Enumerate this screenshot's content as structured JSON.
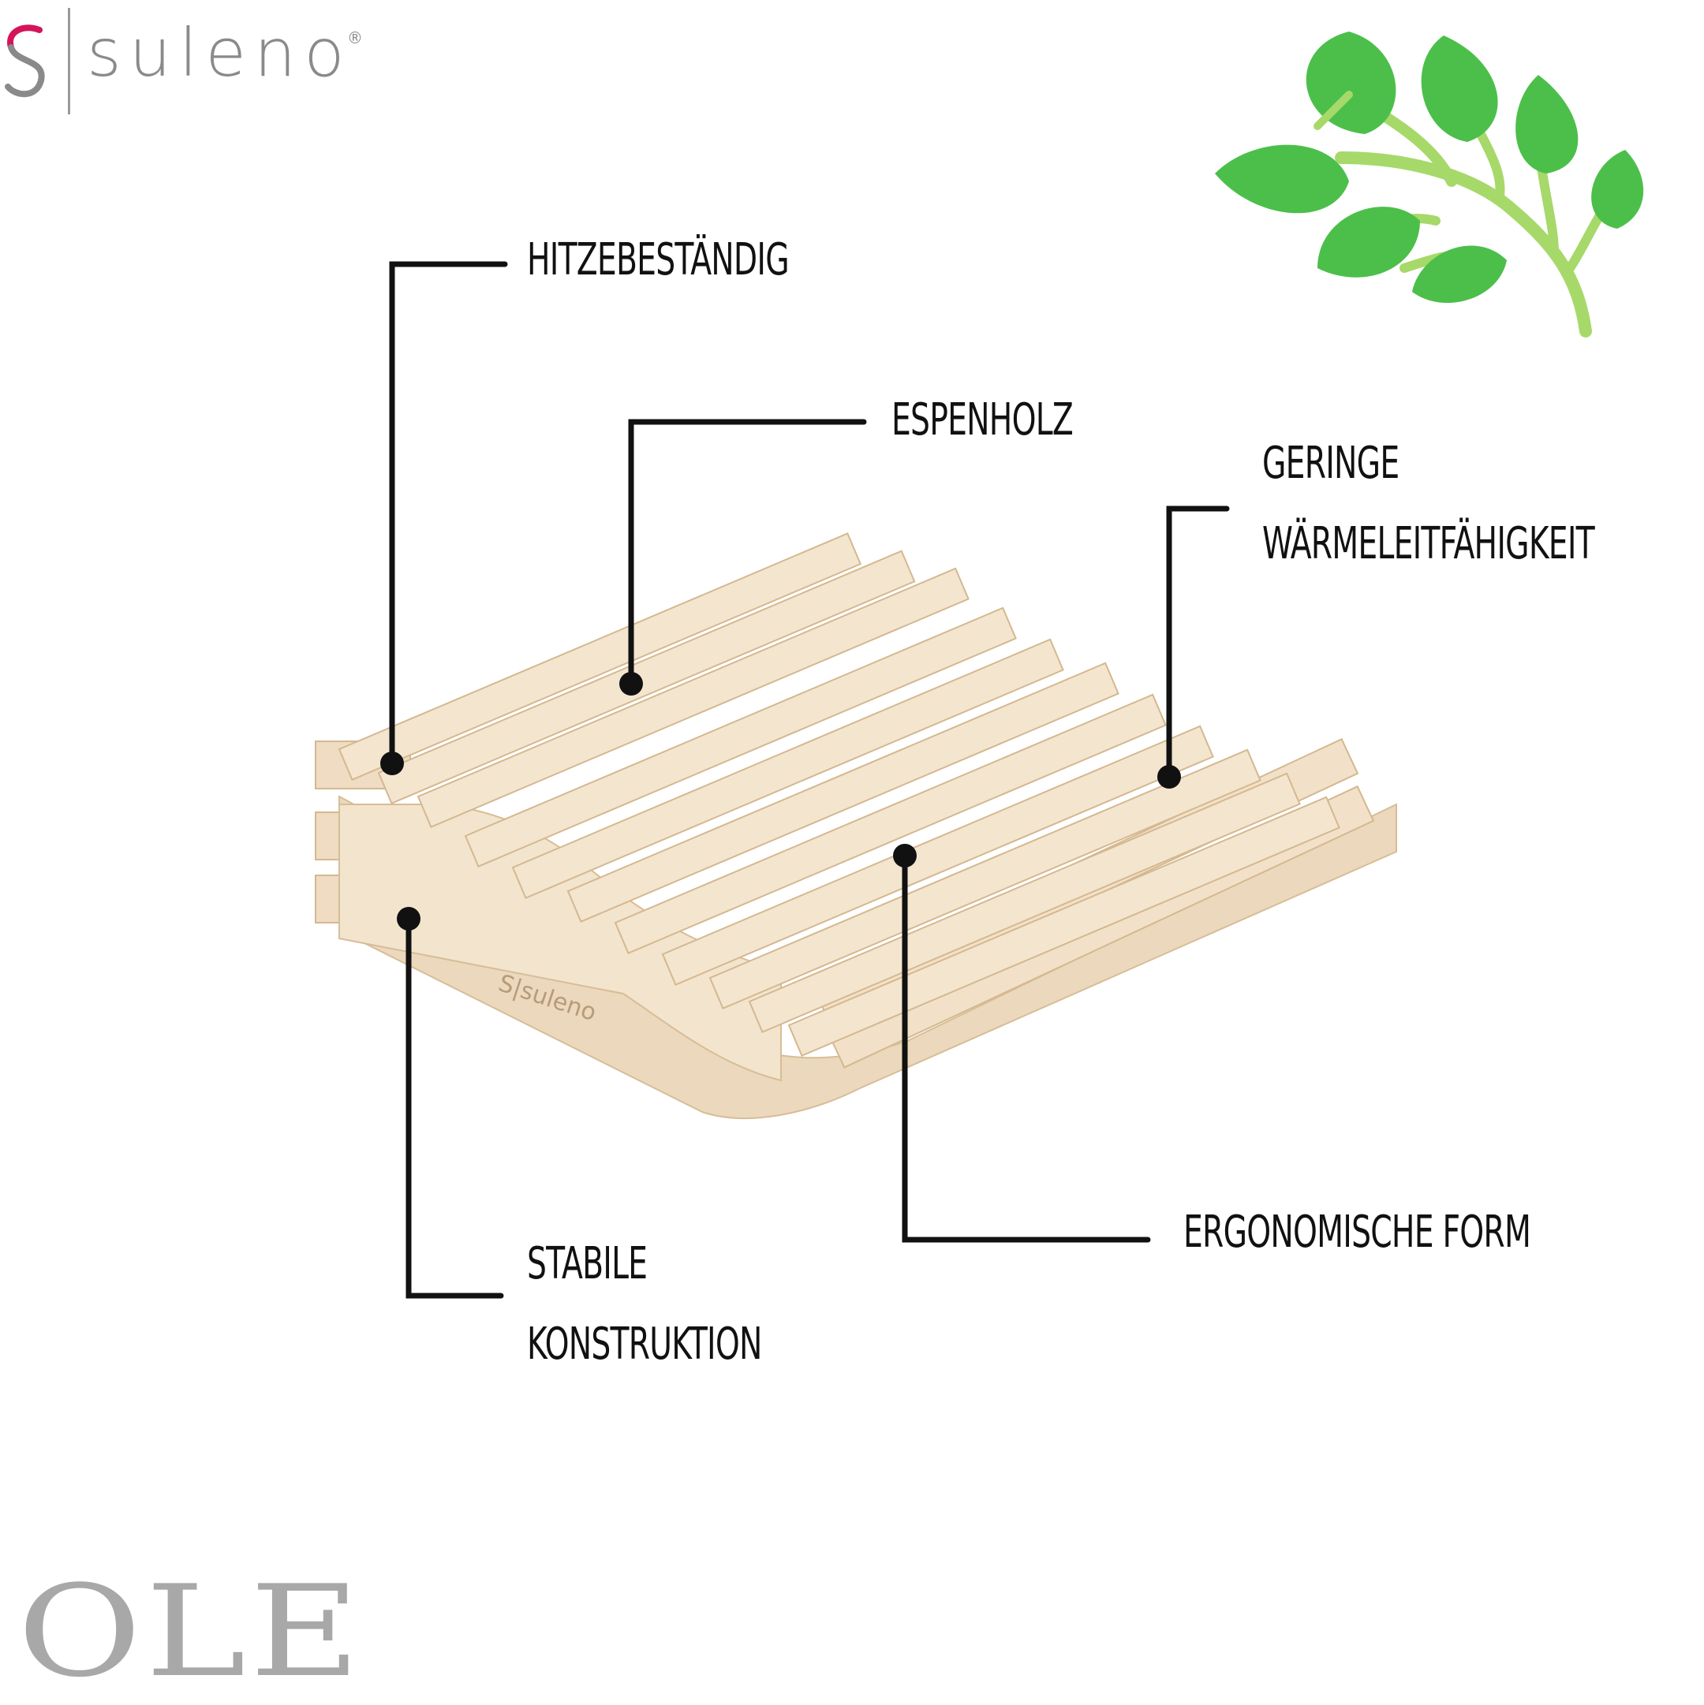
{
  "brand": {
    "name": "suleno",
    "registered_mark": "®",
    "color": "#8a8a8a",
    "accent_color": "#d4145a"
  },
  "product": {
    "name": "OLE",
    "object": "wooden-sauna-headrest"
  },
  "features": {
    "heat_resistant": "HITZEBESTÄNDIG",
    "aspen_wood": "ESPENHOLZ",
    "low_conductivity_line1": "GERINGE",
    "low_conductivity_line2": "WÄRMELEITFÄHIGKEIT",
    "ergonomic_shape": "ERGONOMISCHE FORM",
    "stable_line1": "STABILE",
    "stable_line2": "KONSTRUKTION"
  },
  "colors": {
    "leaf": "#4cbf4a",
    "branch": "#a6d96a",
    "wood": "#f1dfc6",
    "callout": "#111111"
  }
}
